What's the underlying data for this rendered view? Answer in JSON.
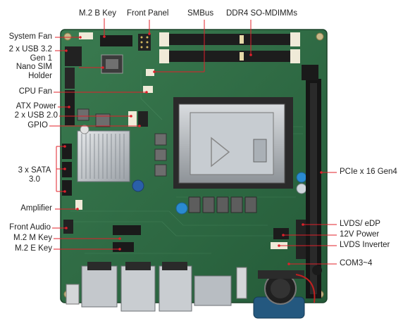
{
  "labels": {
    "m2_b_key": "M.2 B Key",
    "front_panel": "Front Panel",
    "smbus": "SMBus",
    "ddr4": "DDR4 SO-MDIMMs",
    "system_fan": "System Fan",
    "usb32_line1": "2 x USB 3.2",
    "usb32_line2": "Gen 1",
    "nano_sim_line1": "Nano SIM",
    "nano_sim_line2": "Holder",
    "cpu_fan": "CPU Fan",
    "atx_power": "ATX Power",
    "usb20": "2 x USB 2.0",
    "gpio": "GPIO",
    "sata_line1": "3 x SATA",
    "sata_line2": "3.0",
    "amplifier": "Amplifier",
    "front_audio": "Front Audio",
    "m2_m_key": "M.2 M Key",
    "m2_e_key": "M.2 E Key",
    "pcie": "PCIe x 16 Gen4",
    "lvds_edp": "LVDS/ eDP",
    "power_12v": "12V Power",
    "lvds_inverter": "LVDS Inverter",
    "com": "COM3~4"
  },
  "colors": {
    "pcb": "#2f6f45",
    "pcb_dark": "#1f4f31",
    "leader": "#e0202a",
    "text": "#222222"
  }
}
